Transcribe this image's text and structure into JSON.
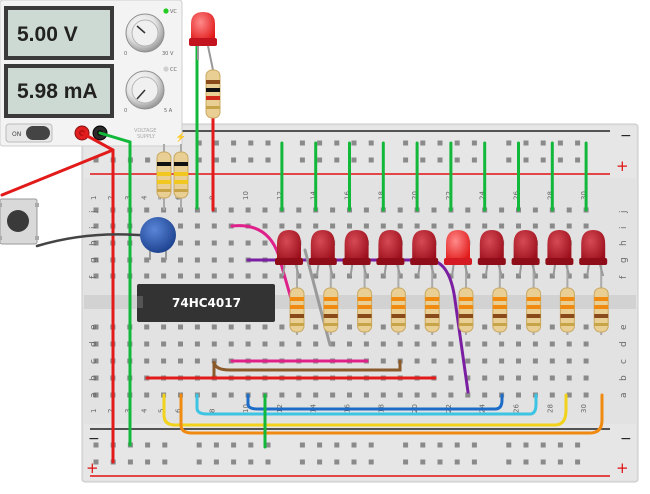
{
  "power_supply": {
    "voltage_reading": "5.00 V",
    "current_reading": "5.98 mA",
    "voltage_indicator": "VC",
    "current_indicator": "CC",
    "voltage_knob_min": "0",
    "voltage_knob_max": "30 V",
    "current_knob_min": "0",
    "current_knob_max": "5 A",
    "power_switch_label": "ON",
    "brand_label_line1": "VOLTAGE",
    "brand_label_line2": "SUPPLY",
    "colors": {
      "positive_terminal": "#e02020",
      "negative_terminal": "#222222",
      "indicator_on": "#22cc22"
    }
  },
  "chip": {
    "label": "74HC4017"
  },
  "breadboard": {
    "columns": 30,
    "row_labels_top": [
      "j",
      "i",
      "h",
      "g",
      "f"
    ],
    "row_labels_bottom": [
      "e",
      "d",
      "c",
      "b",
      "a"
    ],
    "rail_minus": "−",
    "rail_plus": "+"
  },
  "components": {
    "capacitor_color": "#1f4fa0",
    "led_on_color": "#ff2a2a",
    "led_off_color": "#b3121f",
    "led_states": [
      false,
      false,
      false,
      false,
      false,
      true,
      false,
      false,
      false,
      false
    ]
  }
}
